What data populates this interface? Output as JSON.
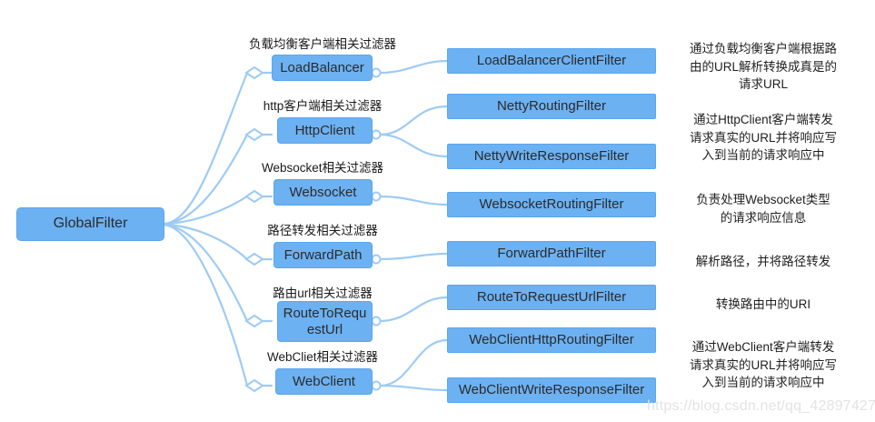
{
  "diagram": {
    "type": "mindmap",
    "title": "GlobalFilter",
    "colors": {
      "node_fill": "#6cb1f2",
      "node_border": "#5aa6ef",
      "link": "#9ecbf5",
      "text": "#2b2b2b",
      "watermark": "#e3e3e3",
      "background": "#ffffff"
    },
    "root": {
      "label": "GlobalFilter"
    },
    "branches": [
      {
        "label": "负载均衡客户端相关过滤器",
        "node": "LoadBalancer",
        "description": "通过负载均衡客户端根据路\n由的URL解析转换成真是的\n请求URL",
        "leaves": [
          "LoadBalancerClientFilter"
        ]
      },
      {
        "label": "http客户端相关过滤器",
        "node": "HttpClient",
        "description": "通过HttpClient客户端转发\n请求真实的URL并将响应写\n入到当前的请求响应中",
        "leaves": [
          "NettyRoutingFilter",
          "NettyWriteResponseFilter"
        ]
      },
      {
        "label": "Websocket相关过滤器",
        "node": "Websocket",
        "description": "负责处理Websocket类型\n的请求响应信息",
        "leaves": [
          "WebsocketRoutingFilter"
        ]
      },
      {
        "label": "路径转发相关过滤器",
        "node": "ForwardPath",
        "description": "解析路径，并将路径转发",
        "leaves": [
          "ForwardPathFilter"
        ]
      },
      {
        "label": "路由url相关过滤器",
        "node": "RouteToRequestUrl",
        "node_display": "RouteToRequ\nestUrl",
        "description": "转换路由中的URI",
        "leaves": [
          "RouteToRequestUrlFilter"
        ]
      },
      {
        "label": "WebCliet相关过滤器",
        "node": "WebClient",
        "description": "通过WebClient客户端转发\n请求真实的URL并将响应写\n入到当前的请求响应中",
        "leaves": [
          "WebClientHttpRoutingFilter",
          "WebClientWriteResponseFilter"
        ]
      }
    ],
    "watermark": "https://blog.csdn.net/qq_42897427"
  }
}
